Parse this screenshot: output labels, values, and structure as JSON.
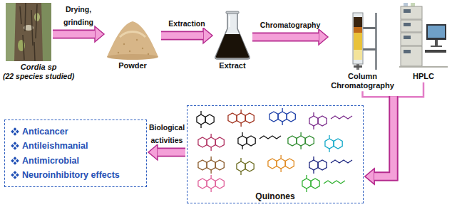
{
  "diagram": {
    "nodes": [
      {
        "text": [
          "Cordia sp",
          "(22 species studied)"
        ]
      },
      {
        "text": [
          "Powder"
        ]
      },
      {
        "text": [
          "Extract"
        ]
      },
      {
        "text": [
          "Column Chromatography"
        ]
      },
      {
        "text": [
          "HPLC"
        ]
      },
      {
        "text": [
          "Quinones"
        ]
      },
      {
        "text": [
          "Anticancer",
          "Antileishmanial",
          "Antimicrobial",
          "Neuroinhibitory effects"
        ]
      }
    ],
    "edges": [
      {
        "from": 0,
        "to": 1,
        "label": "Drying, grinding",
        "arrow": "to"
      },
      {
        "from": 1,
        "to": 2,
        "label": "Extraction",
        "arrow": "to"
      },
      {
        "from": 2,
        "to": 3,
        "label": "Chromatography",
        "arrow": "to"
      },
      {
        "from": 3,
        "to": 5,
        "arrow": "to"
      },
      {
        "from": 4,
        "to": 5,
        "arrow": "to"
      },
      {
        "from": 5,
        "to": 6,
        "label": "Biological activities",
        "arrow": "to"
      }
    ]
  }
}
